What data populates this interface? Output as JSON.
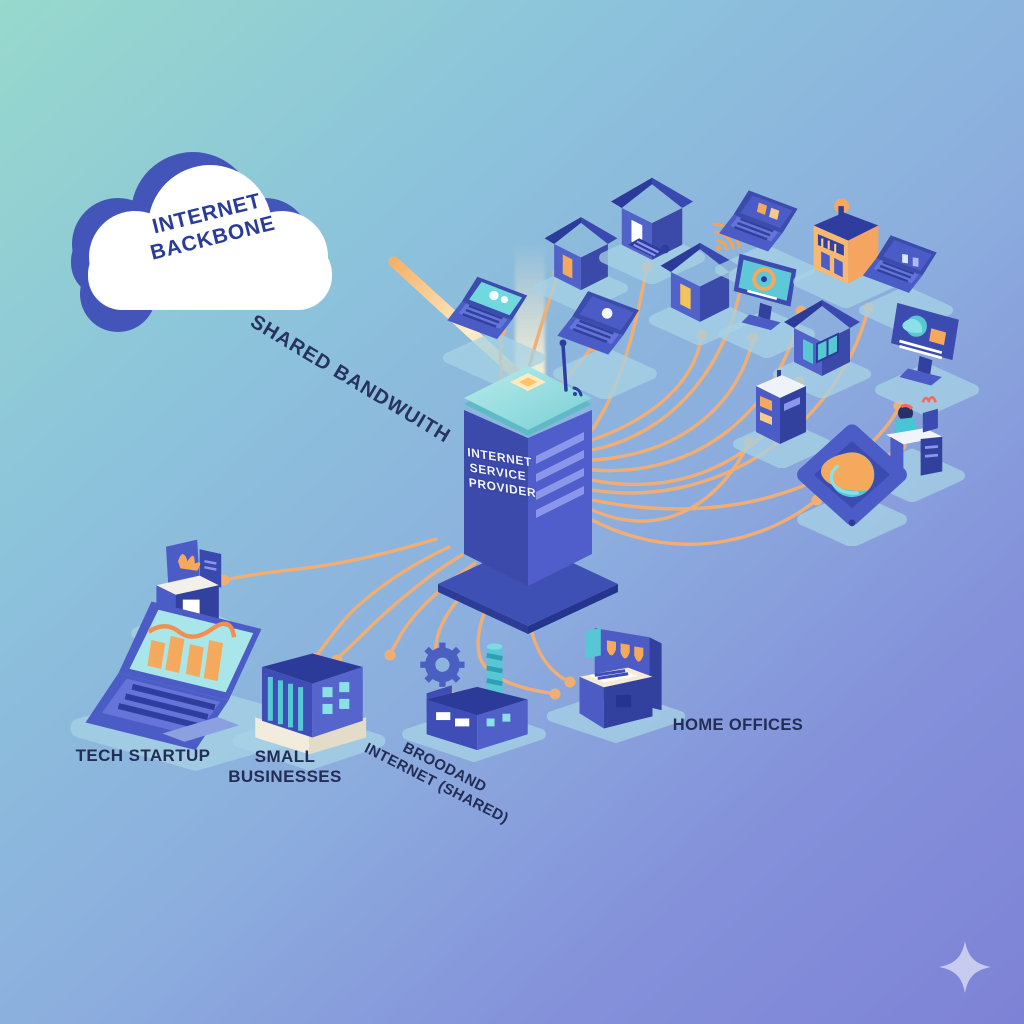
{
  "colors": {
    "accent_orange": "#F1AE74",
    "platform_blue": "#A7D3E6",
    "device_blue": "#4C5CC6",
    "device_navy": "#2C3A94",
    "screen_teal": "#72D8E0",
    "text_navy": "#232D56",
    "glow_yellow": "#FFE9BD",
    "sparkle_lavender": "#C7CBF0",
    "bg_gradient_start": "#97D9CC",
    "bg_gradient_mid": "#8CAEDE",
    "bg_gradient_end": "#7E82D6"
  },
  "cloud": {
    "icon": "cloud-icon",
    "label": "INTERNET\nBACKBONE"
  },
  "backbone_link": {
    "icon": "backbone-cable",
    "label": "SHARED BANDWUITH"
  },
  "isp_server": {
    "icon": "server-tower-icon",
    "label": "INTERNET\nSERVICE\nPROVIDER"
  },
  "left_group": {
    "workstation": {
      "icon": "workstation-kiosk-icon"
    },
    "tech_startup": {
      "icon": "startup-laptop-icon",
      "label": "TECH STARTUP"
    },
    "small_businesses": {
      "icon": "office-buildings-icon",
      "label": "SMALL BUSINESSES"
    },
    "broadband": {
      "icon": "factory-icon",
      "label": "BROODAND\nINTERNET (SHARED)"
    },
    "home_offices": {
      "icon": "storefront-laptop-icon",
      "label": "HOME OFFICES"
    }
  },
  "right_group": {
    "items": [
      {
        "icon": "house-icon"
      },
      {
        "icon": "house-computer-icon"
      },
      {
        "icon": "laptop-icon"
      },
      {
        "icon": "laptop-icon"
      },
      {
        "icon": "wifi-house-icon"
      },
      {
        "icon": "laptop-icon"
      },
      {
        "icon": "monitor-target-icon"
      },
      {
        "icon": "school-building-icon"
      },
      {
        "icon": "laptop-icon"
      },
      {
        "icon": "shop-house-icon"
      },
      {
        "icon": "globe-monitor-icon"
      },
      {
        "icon": "cash-register-icon"
      },
      {
        "icon": "person-desk-icon"
      },
      {
        "icon": "globe-tablet-icon"
      }
    ]
  },
  "footer": {
    "icon": "sparkle-icon"
  }
}
